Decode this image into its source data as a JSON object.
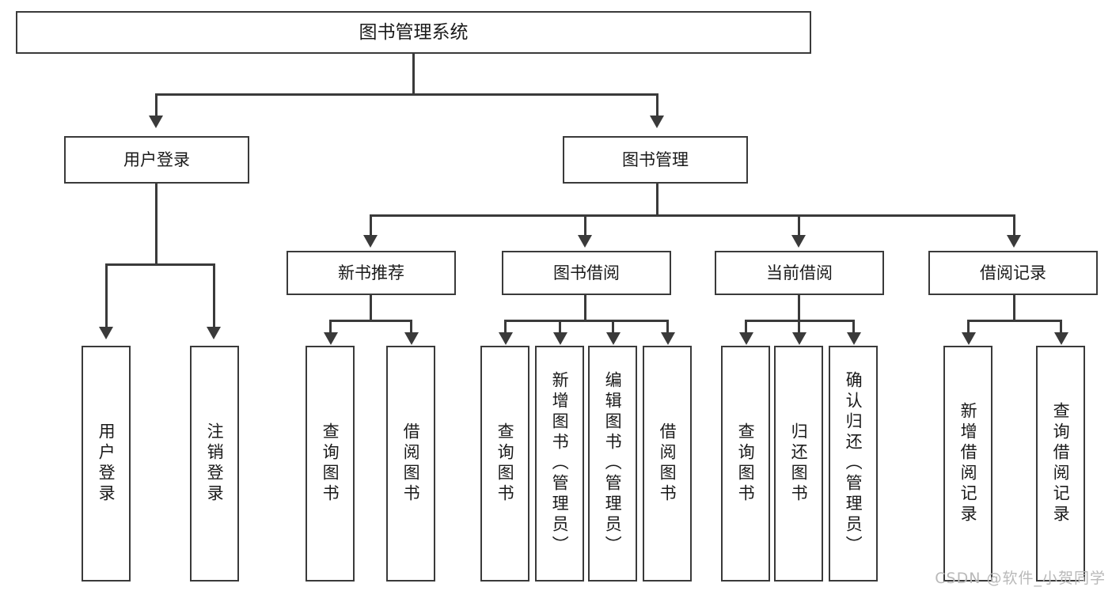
{
  "diagram": {
    "title": "图书管理系统",
    "watermark": "CSDN @软件_小贺同学",
    "root": {
      "label": "图书管理系统"
    },
    "level2": [
      {
        "label": "用户登录"
      },
      {
        "label": "图书管理"
      }
    ],
    "level3": [
      {
        "label": "新书推荐"
      },
      {
        "label": "图书借阅"
      },
      {
        "label": "当前借阅"
      },
      {
        "label": "借阅记录"
      }
    ],
    "leaves": {
      "user_login": [
        {
          "label": "用户登录"
        },
        {
          "label": "注销登录"
        }
      ],
      "new_book_recommend": [
        {
          "label": "查询图书"
        },
        {
          "label": "借阅图书"
        }
      ],
      "book_borrow": [
        {
          "label": "查询图书"
        },
        {
          "label": "新增图书（管理员）"
        },
        {
          "label": "编辑图书（管理员）"
        },
        {
          "label": "借阅图书"
        }
      ],
      "current_borrow": [
        {
          "label": "查询图书"
        },
        {
          "label": "归还图书"
        },
        {
          "label": "确认归还（管理员）"
        }
      ],
      "borrow_record": [
        {
          "label": "新增借阅记录"
        },
        {
          "label": "查询借阅记录"
        }
      ]
    }
  },
  "colors": {
    "stroke": "#3a3a3a",
    "text": "#1a1a1a",
    "background": "#ffffff",
    "watermark": "#b9b9b9"
  }
}
